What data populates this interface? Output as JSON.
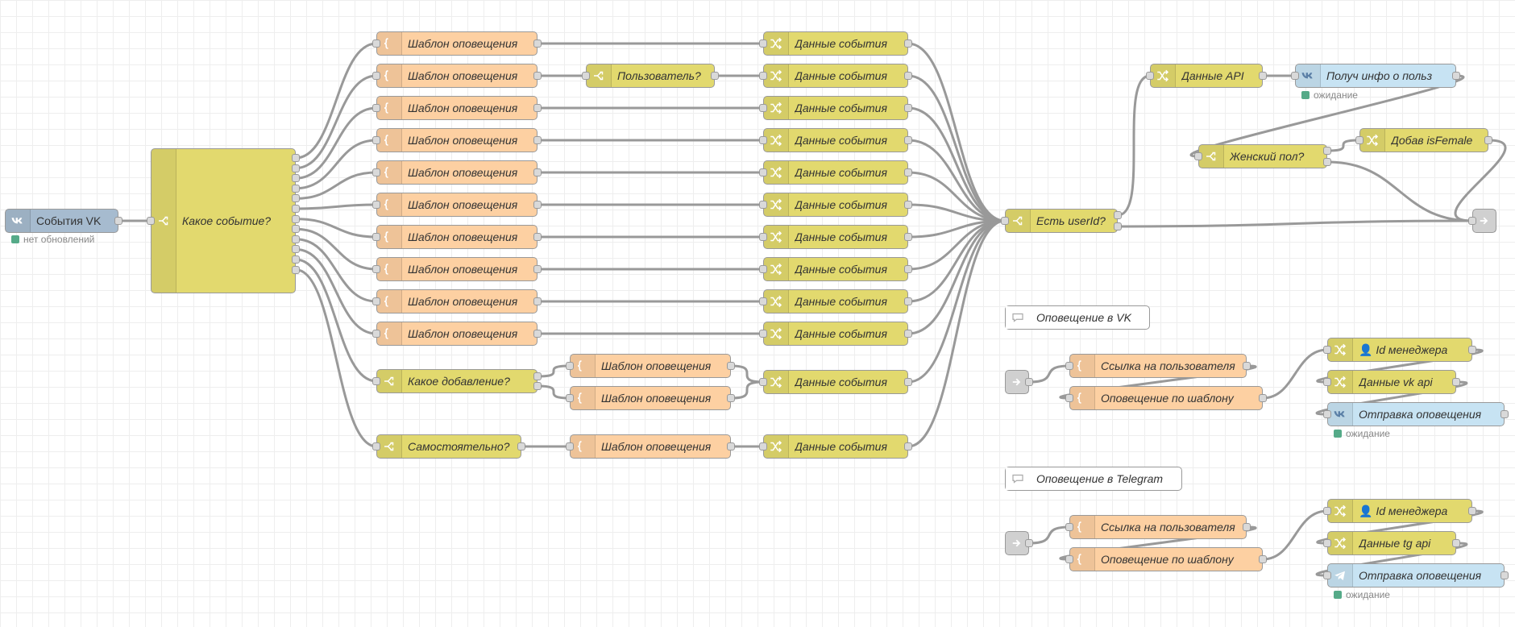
{
  "nodes": {
    "vk_events": {
      "label": "События VK",
      "status": "нет обновлений"
    },
    "which_event": {
      "label": "Какое событие?"
    },
    "tpl_1": {
      "label": "Шаблон оповещения"
    },
    "tpl_2": {
      "label": "Шаблон оповещения"
    },
    "tpl_3": {
      "label": "Шаблон оповещения"
    },
    "tpl_4": {
      "label": "Шаблон оповещения"
    },
    "tpl_5": {
      "label": "Шаблон оповещения"
    },
    "tpl_6": {
      "label": "Шаблон оповещения"
    },
    "tpl_7": {
      "label": "Шаблон оповещения"
    },
    "tpl_8": {
      "label": "Шаблон оповещения"
    },
    "tpl_9": {
      "label": "Шаблон оповещения"
    },
    "tpl_10": {
      "label": "Шаблон оповещения"
    },
    "user_q": {
      "label": "Пользователь?"
    },
    "which_add": {
      "label": "Какое добавление?"
    },
    "tpl_add_1": {
      "label": "Шаблон оповещения"
    },
    "tpl_add_2": {
      "label": "Шаблон оповещения"
    },
    "self_q": {
      "label": "Самостоятельно?"
    },
    "tpl_self": {
      "label": "Шаблон оповещения"
    },
    "ev_1": {
      "label": "Данные события"
    },
    "ev_2": {
      "label": "Данные события"
    },
    "ev_3": {
      "label": "Данные события"
    },
    "ev_4": {
      "label": "Данные события"
    },
    "ev_5": {
      "label": "Данные события"
    },
    "ev_6": {
      "label": "Данные события"
    },
    "ev_7": {
      "label": "Данные события"
    },
    "ev_8": {
      "label": "Данные события"
    },
    "ev_9": {
      "label": "Данные события"
    },
    "ev_10": {
      "label": "Данные события"
    },
    "ev_11": {
      "label": "Данные события"
    },
    "ev_12": {
      "label": "Данные события"
    },
    "has_userid": {
      "label": "Есть userId?"
    },
    "api_data": {
      "label": "Данные API"
    },
    "get_user_info": {
      "label": "Получ инфо о польз",
      "status": "ожидание"
    },
    "female_q": {
      "label": "Женский пол?"
    },
    "add_isfemale": {
      "label": "Добав isFemale"
    },
    "comment_vk": {
      "label": "Оповещение в VK"
    },
    "vk_user_link": {
      "label": "Ссылка на пользователя"
    },
    "vk_tpl_notify": {
      "label": "Оповещение по шаблону"
    },
    "vk_manager_id": {
      "label": "Id менеджера"
    },
    "vk_api_data": {
      "label": "Данные vk api"
    },
    "vk_send": {
      "label": "Отправка оповещения",
      "status": "ожидание"
    },
    "comment_tg": {
      "label": "Оповещение в Telegram"
    },
    "tg_user_link": {
      "label": "Ссылка на пользователя"
    },
    "tg_tpl_notify": {
      "label": "Оповещение по шаблону"
    },
    "tg_manager_id": {
      "label": "Id менеджера"
    },
    "tg_api_data": {
      "label": "Данные tg api"
    },
    "tg_send": {
      "label": "Отправка оповещения",
      "status": "ожидание"
    }
  },
  "colors": {
    "template": "#fdd0a2",
    "change": "#e2d96e",
    "switch": "#e2d96e",
    "vk_in": "#a6bbcf",
    "vk_out": "#c7e3f3",
    "link": "#dddddd",
    "status_ok": "#5a8",
    "wire": "#999999"
  },
  "icons": {
    "template": "template-brace-icon",
    "change": "change-shuffle-icon",
    "switch": "switch-fork-icon",
    "vk": "vk-logo-icon",
    "telegram": "telegram-plane-icon",
    "link": "link-arrow-icon",
    "comment": "speech-bubble-icon",
    "manager": "user-icon"
  }
}
